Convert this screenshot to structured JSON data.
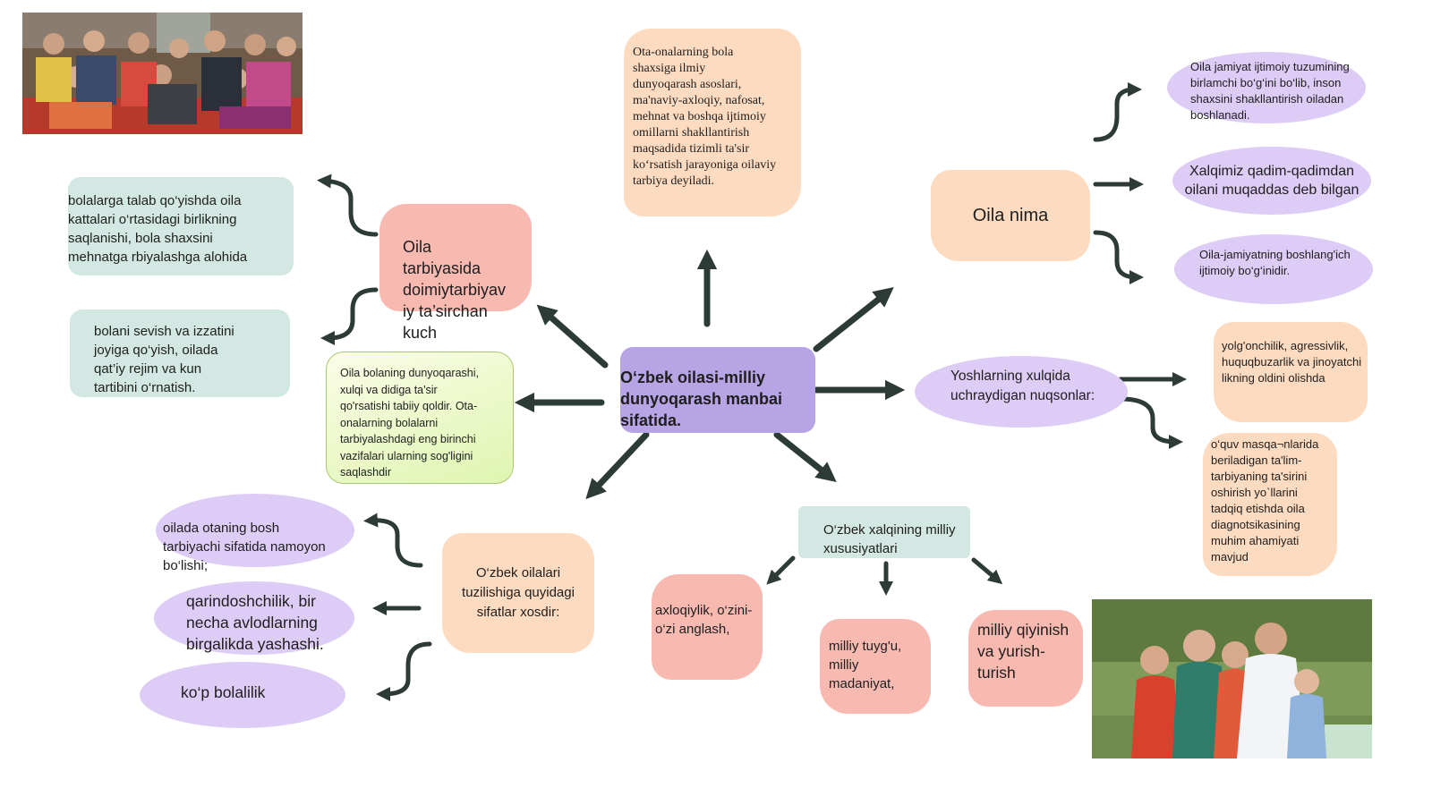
{
  "central": {
    "text": "O‘zbek oilasi-milliy\ndunyoqarash manbai\nsifatida."
  },
  "top_node": {
    "text": "Ota-onalarning bola\nshaxsiga    ilmiy\ndunyoqarash asoslari,\nma'naviy-axloqiy, nafosat,\nmehnat va boshqa ijtimoiy\nomillarni shakllantirish\nmaqsadida tizimli ta'sir\nko‘rsatish jarayoniga oilaviy\ntarbiya deyiladi."
  },
  "oila_nima": {
    "title": "Oila  nima",
    "items": [
      "Oila jamiyat ijtimoiy tuzumining\nbirlamchi bo‘g‘ini bo‘lib, inson\nshaxsini shakllantirish oiladan\nboshlanadi.",
      "Xalqimiz qadim-qadimdan\noilani muqaddas deb bilgan",
      "Oila-jamiyatning boshlang'ich\nijtimoiy bo‘g‘inidir."
    ]
  },
  "oila_tarbiyasi": {
    "title": "Oila\ntarbiyasida\ndoimiytarbiyav\niy ta’sirchan\nkuch",
    "items": [
      "bolalarga talab qo‘yishda oila\nkattalari o‘rtasidagi birlikning\nsaqlanishi, bola shaxsini\nmehnatga rbiyalashga alohida",
      "bolani sevish va izzatini\njoyiga qo‘yish, oilada\nqat’iy rejim va kun\ntartibini o‘rnatish."
    ]
  },
  "left_node": {
    "text": "Oila bolaning dunyoqarashi,\nxulqi va didiga ta'sir\nqo'rsatishi tabiiy qoldir. Ota-\nonalarning bolalarni\ntarbiyalashdagi eng birinchi\nvazifalari ularning sog'ligini\nsaqlashdir"
  },
  "yoshlar": {
    "title": "Yoshlarning xulqida\nuchraydigan nuqsonlar:",
    "items": [
      "yolg'onchilik, agressivlik,\nhuquqbuzarlik va jinoyatchi\nlikning oldini olishda",
      "o‘quv masqa¬nlarida\nberiladigan ta'lim-\ntarbiyaning ta'sirini\noshirish yo`llarini\ntadqiq etishda oila\ndiagnotsikasining\nmuhim ahamiyati\nmavjud"
    ]
  },
  "tuzilish": {
    "title": "O‘zbek oilalari\ntuzilishiga quyidagi\nsifatlar xosdir:",
    "items": [
      "oilada otaning bosh\ntarbiyachi    sifatida namoyon\nbo‘lishi;",
      "qarindoshchilik, bir\nnecha avlodlarning\nbirgalikda yashashi.",
      "ko‘p bolalilik"
    ]
  },
  "milliy": {
    "title": "O‘zbek xalqining milliy\nxususiyatlari",
    "items": [
      "axloqiylik, o‘zini-\no‘zi anglash,",
      "milliy tuyg'u,\nmilliy\nmadaniyat,",
      "milliy qiyinish\nva yurish-\nturish"
    ]
  },
  "icons": [
    "family-gathering-photo",
    "family-portrait-photo",
    "arrow-icon"
  ],
  "colors": {
    "arrow": "#2c3b35",
    "central": "#b7a4e4",
    "peach": "#fddbc0",
    "pink": "#f8b9b1",
    "teal": "#d3e8e3",
    "purple": "#dcccf6",
    "lime": "#dff5b0"
  }
}
